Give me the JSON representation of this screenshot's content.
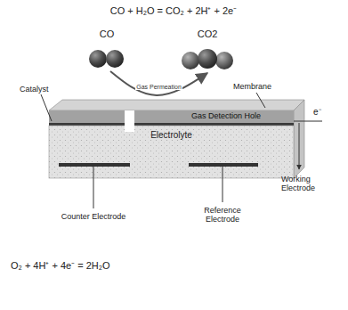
{
  "diagram": {
    "nodes": [
      {
        "text": [
          "CO"
        ]
      },
      {
        "text": [
          "CO2"
        ]
      },
      {
        "text": [
          "Gas Detection Hole"
        ]
      },
      {
        "text": [
          "Electrolyte"
        ]
      }
    ],
    "edges": [
      {
        "from": 0,
        "to": 1,
        "label": "Gas Permeation",
        "arrow": "to"
      }
    ],
    "labels": [
      "CO + H₂O  =  CO₂ + 2H⁺ + 2e⁻",
      "Catalyst",
      "Membrane",
      "e⁻",
      "Working Electrode",
      "Counter Electrode",
      "Reference Electrode",
      "O₂ + 4H⁺ + 4e⁻  =  2H₂O"
    ]
  }
}
